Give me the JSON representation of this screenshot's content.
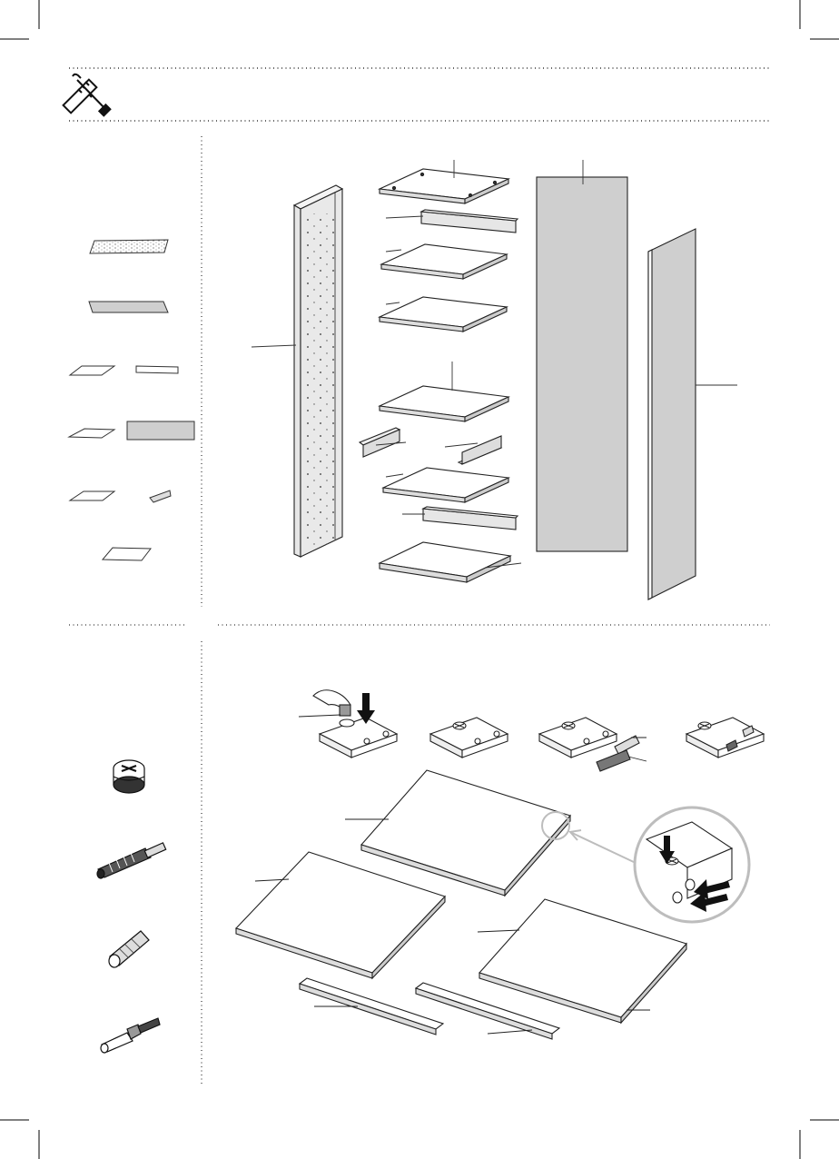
{
  "page": {
    "header_icon": "tools-icon",
    "background": "#ffffff",
    "line_color": "#1a1a1a",
    "panel_fill": "#cfcfcf",
    "arrow_fill": "#111111",
    "zoom_ring_color": "#bdbdbd"
  },
  "parts_list": {
    "items": [
      "back-panel",
      "plinth",
      "top-panel",
      "rail",
      "shelf",
      "door",
      "shelf",
      "bracket",
      "bottom-panel"
    ]
  },
  "fittings": {
    "items": [
      "cam-lock-icon",
      "cam-bolt-icon",
      "wood-dowel-icon",
      "connector-bolt-icon"
    ]
  }
}
